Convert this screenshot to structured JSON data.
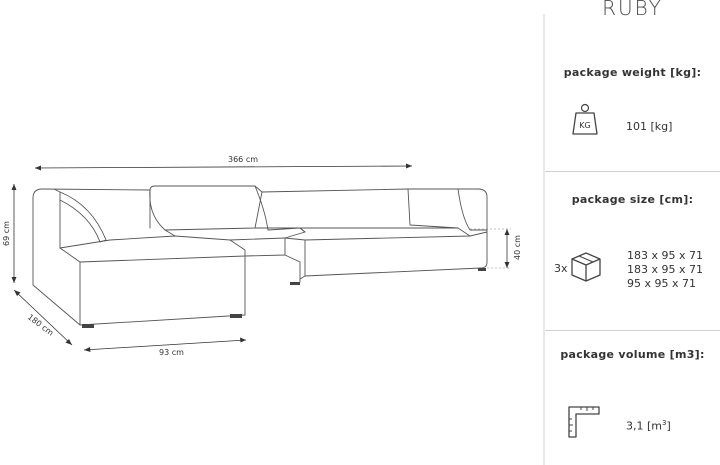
{
  "brand": "RUBY",
  "dimensions": {
    "total_width": "366 cm",
    "total_height": "69 cm",
    "seat_height": "40 cm",
    "chaise_length": "180 cm",
    "chaise_width": "93 cm"
  },
  "weight": {
    "title": "package weight [kg]:",
    "icon_label": "KG",
    "value": "101 [kg]"
  },
  "size": {
    "title": "package size [cm]:",
    "count": "3x",
    "lines": [
      "183 x 95 x 71",
      "183 x 95 x 71",
      "95 x 95 x 71"
    ]
  },
  "volume": {
    "title": "package volume [m3]:",
    "value_main": "3,1 [m",
    "value_sup": "3",
    "value_end": "]"
  }
}
